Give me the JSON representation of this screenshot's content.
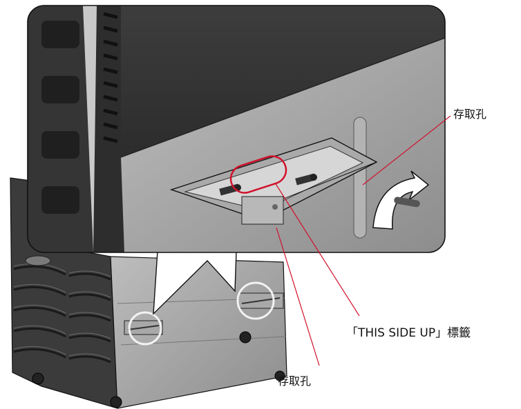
{
  "labels": {
    "access_hole_top": "存取孔",
    "this_side_up_label": "「THIS SIDE UP」標籤",
    "access_hole_bottom": "存取孔"
  },
  "colors": {
    "callout_line": "#d0112b",
    "chassis_dark": "#3a3a3a",
    "chassis_gray": "#9a9a9a",
    "panel_light": "#c8c8c8",
    "outline": "#111111"
  }
}
